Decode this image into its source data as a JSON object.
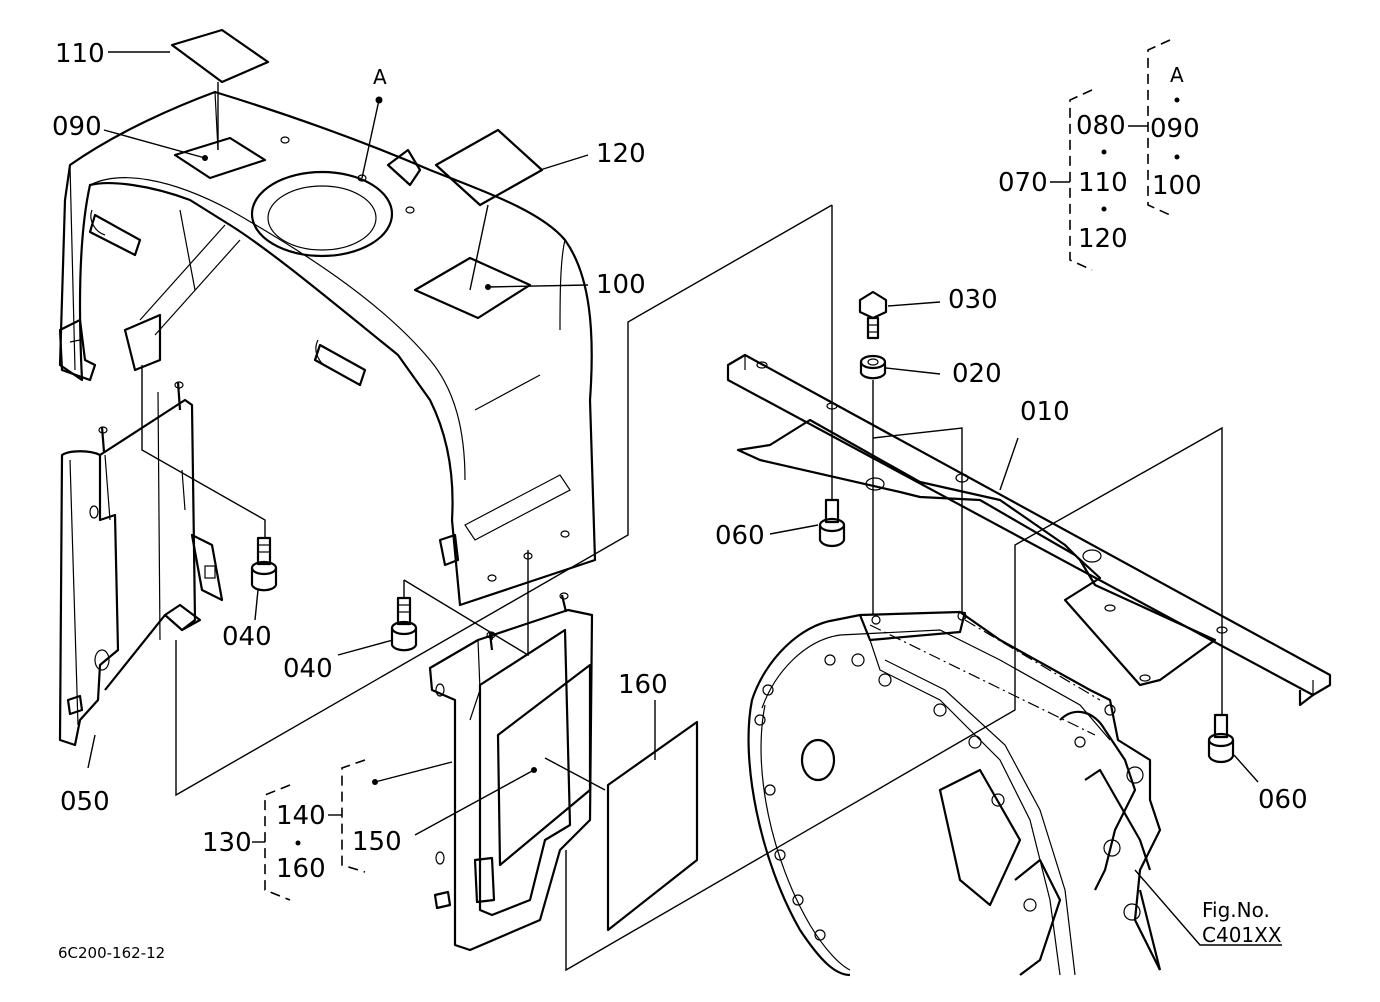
{
  "callouts": {
    "c110": "110",
    "c090": "090",
    "cA": "A",
    "c120": "120",
    "c100": "100",
    "c030": "030",
    "c020": "020",
    "c010": "010",
    "c060a": "060",
    "c060b": "060",
    "c040a": "040",
    "c040b": "040",
    "c050": "050",
    "c160": "160",
    "c150": "150",
    "c130": "130",
    "c140": "140",
    "c160b": "160"
  },
  "legend": {
    "g070": "070",
    "g080": "080",
    "g110": "110",
    "g120": "120",
    "gA": "A",
    "g090": "090",
    "g100": "100"
  },
  "fig": {
    "label": "Fig.No.",
    "number": "C401XX"
  },
  "drawing_id": "6C200-162-12"
}
